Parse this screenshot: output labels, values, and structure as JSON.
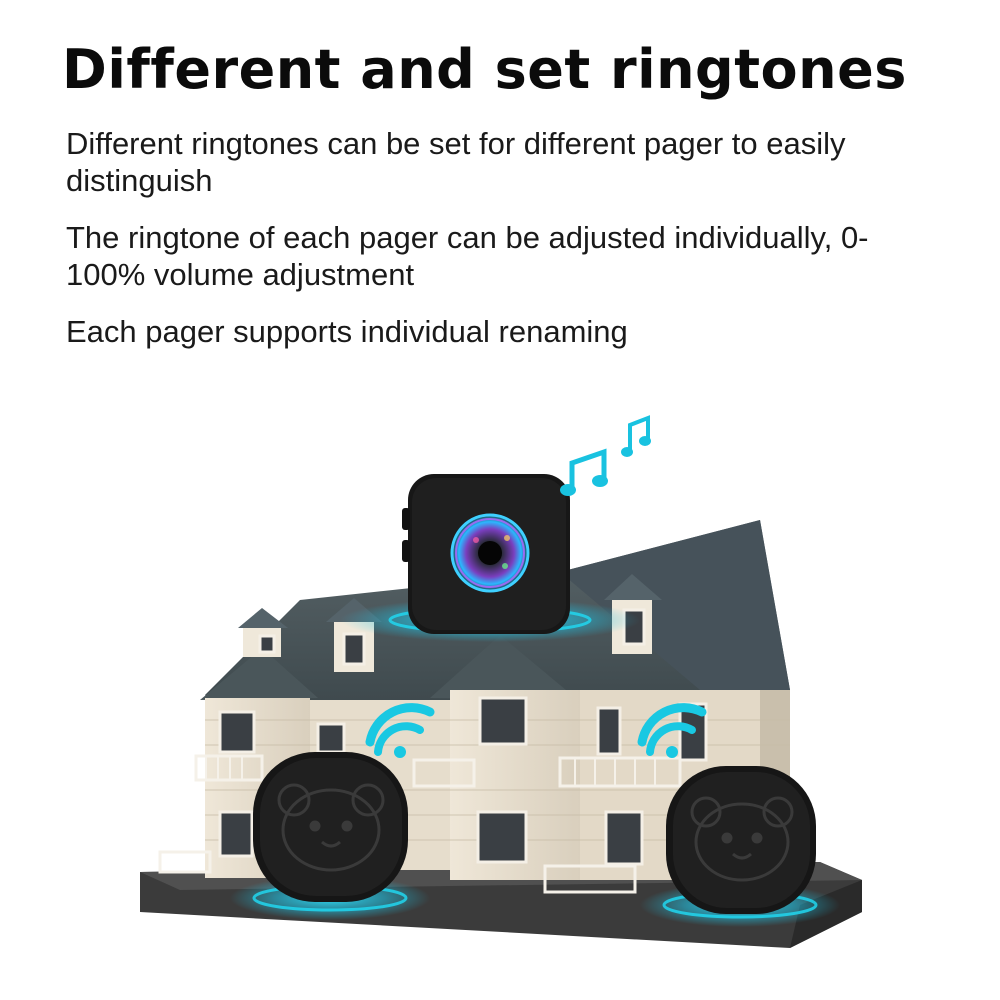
{
  "headline": "Different and set ringtones",
  "features": [
    "Different ringtones can be set for different pager to easily distinguish",
    "The ringtone of each pager can be adjusted individually, 0-100% volume adjustment",
    "Each pager supports individual renaming"
  ],
  "colors": {
    "accent": "#1fd3e6",
    "device": "#1a1a1a",
    "roof": "#4e5a5e",
    "wall": "#e8dfcf"
  },
  "icons": [
    "music-note-icon",
    "wifi-signal-icon",
    "bear-face-icon"
  ]
}
